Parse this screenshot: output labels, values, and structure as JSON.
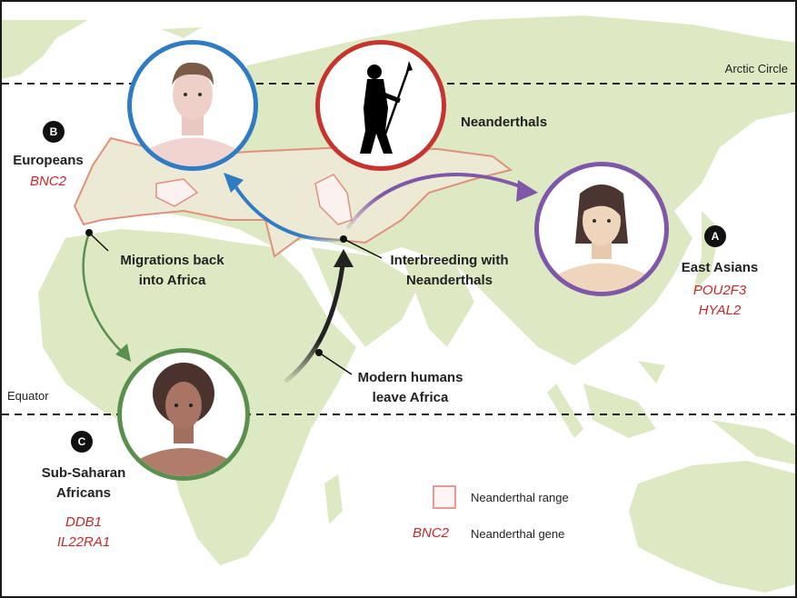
{
  "lines": {
    "arctic_circle": "Arctic Circle",
    "equator": "Equator"
  },
  "groups": {
    "europeans": {
      "badge": "B",
      "label": "Europeans",
      "genes": [
        "BNC2"
      ],
      "ring_color": "#2f7bc4"
    },
    "east_asians": {
      "badge": "A",
      "label": "East Asians",
      "genes": [
        "POU2F3",
        "HYAL2"
      ],
      "ring_color": "#7e57a8"
    },
    "sub_saharan": {
      "badge": "C",
      "label_line1": "Sub-Saharan",
      "label_line2": "Africans",
      "genes": [
        "DDB1",
        "IL22RA1"
      ],
      "ring_color": "#5a8f4e"
    },
    "neanderthals": {
      "label": "Neanderthals",
      "ring_color": "#c7342e"
    }
  },
  "annotations": {
    "migrations_line1": "Migrations back",
    "migrations_line2": "into Africa",
    "interbreeding_line1": "Interbreeding with",
    "interbreeding_line2": "Neanderthals",
    "leave_line1": "Modern humans",
    "leave_line2": "leave Africa"
  },
  "legend": {
    "range_label": "Neanderthal range",
    "gene_example": "BNC2",
    "gene_label": "Neanderthal gene"
  },
  "colors": {
    "land": "#dde9c3",
    "range_fill": "#ece9d4",
    "range_stroke": "#e0907c",
    "gene_text": "#c62828"
  }
}
